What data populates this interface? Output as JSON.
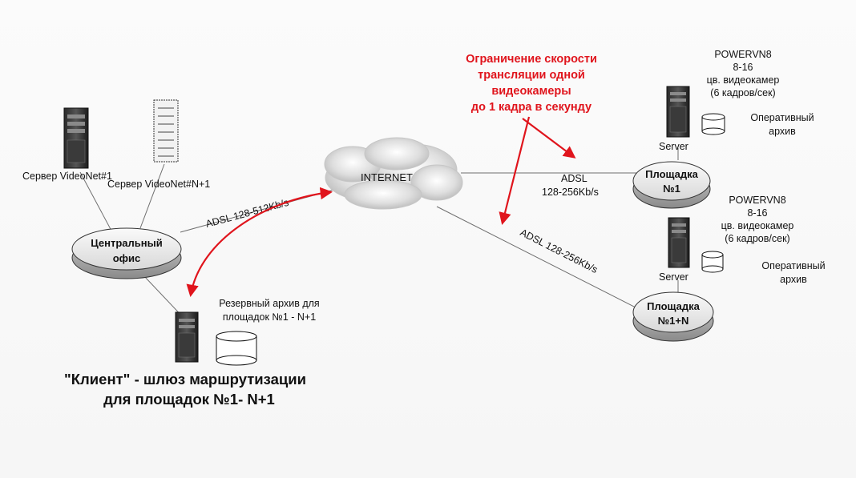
{
  "colors": {
    "arrow": "#e0141c",
    "line": "#6f6f6f",
    "red_text": "#e0141c"
  },
  "servers": {
    "videonet1": {
      "label": "Сервер VideoNet#1",
      "icon": "server-tower-icon"
    },
    "videonetN": {
      "label": "Сервер VideoNet#N+1",
      "icon": "server-rack-icon"
    }
  },
  "central_office": {
    "line1": "Центральный",
    "line2": "офис"
  },
  "internet": {
    "label": "INTERNET",
    "icon": "cloud-icon"
  },
  "links": {
    "central": "ADSL 128-512Kb/s",
    "site1_line1": "ADSL",
    "site1_line2": "128-256Kb/s",
    "siteN": "ADSL 128-256Kb/s"
  },
  "speed_note": {
    "line1": "Ограничение скорости",
    "line2": "трансляции одной",
    "line3": "видеокамеры",
    "line4": "до 1 кадра в секунду"
  },
  "site1": {
    "line1": "Площадка",
    "line2": "№1",
    "server_label": "Server",
    "powervn_1": "POWERVN8",
    "powervn_2": "8-16",
    "powervn_3": "цв. видеокамер",
    "powervn_4": "(6 кадров/сек)",
    "archive_1": "Оперативный",
    "archive_2": "архив"
  },
  "siteN": {
    "line1": "Площадка",
    "line2": "№1+N",
    "server_label": "Server",
    "powervn_1": "POWERVN8",
    "powervn_2": "8-16",
    "powervn_3": "цв. видеокамер",
    "powervn_4": "(6 кадров/сек)",
    "archive_1": "Оперативный",
    "archive_2": "архив"
  },
  "reserve": {
    "line1": "Резервный архив для",
    "line2": "площадок №1 - N+1"
  },
  "client": {
    "line1": "\"Клиент\" - шлюз маршрутизации",
    "line2": "для площадок №1- N+1"
  }
}
